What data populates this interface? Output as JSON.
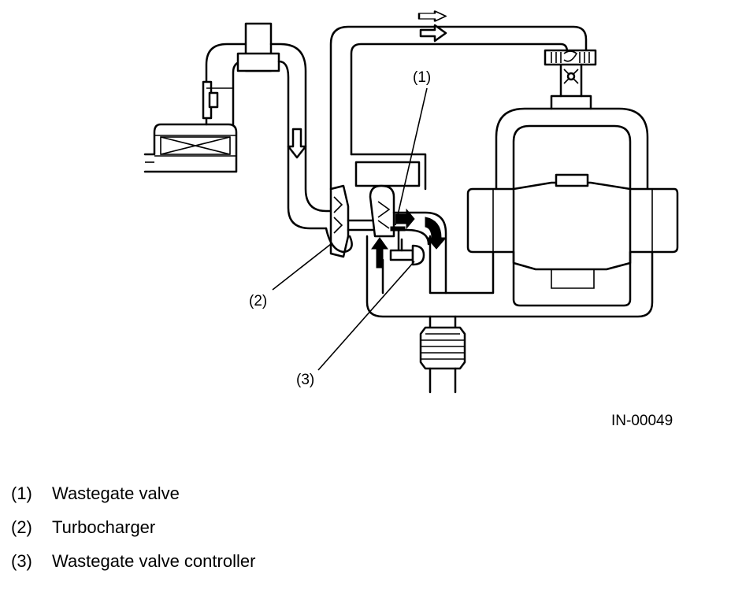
{
  "figure": {
    "id": "IN-00049",
    "callouts": [
      "(1)",
      "(2)",
      "(3)"
    ]
  },
  "legend": [
    {
      "number": "(1)",
      "text": "Wastegate valve"
    },
    {
      "number": "(2)",
      "text": "Turbocharger"
    },
    {
      "number": "(3)",
      "text": "Wastegate valve controller"
    }
  ],
  "colors": {
    "line": "#000000",
    "background": "#ffffff"
  }
}
